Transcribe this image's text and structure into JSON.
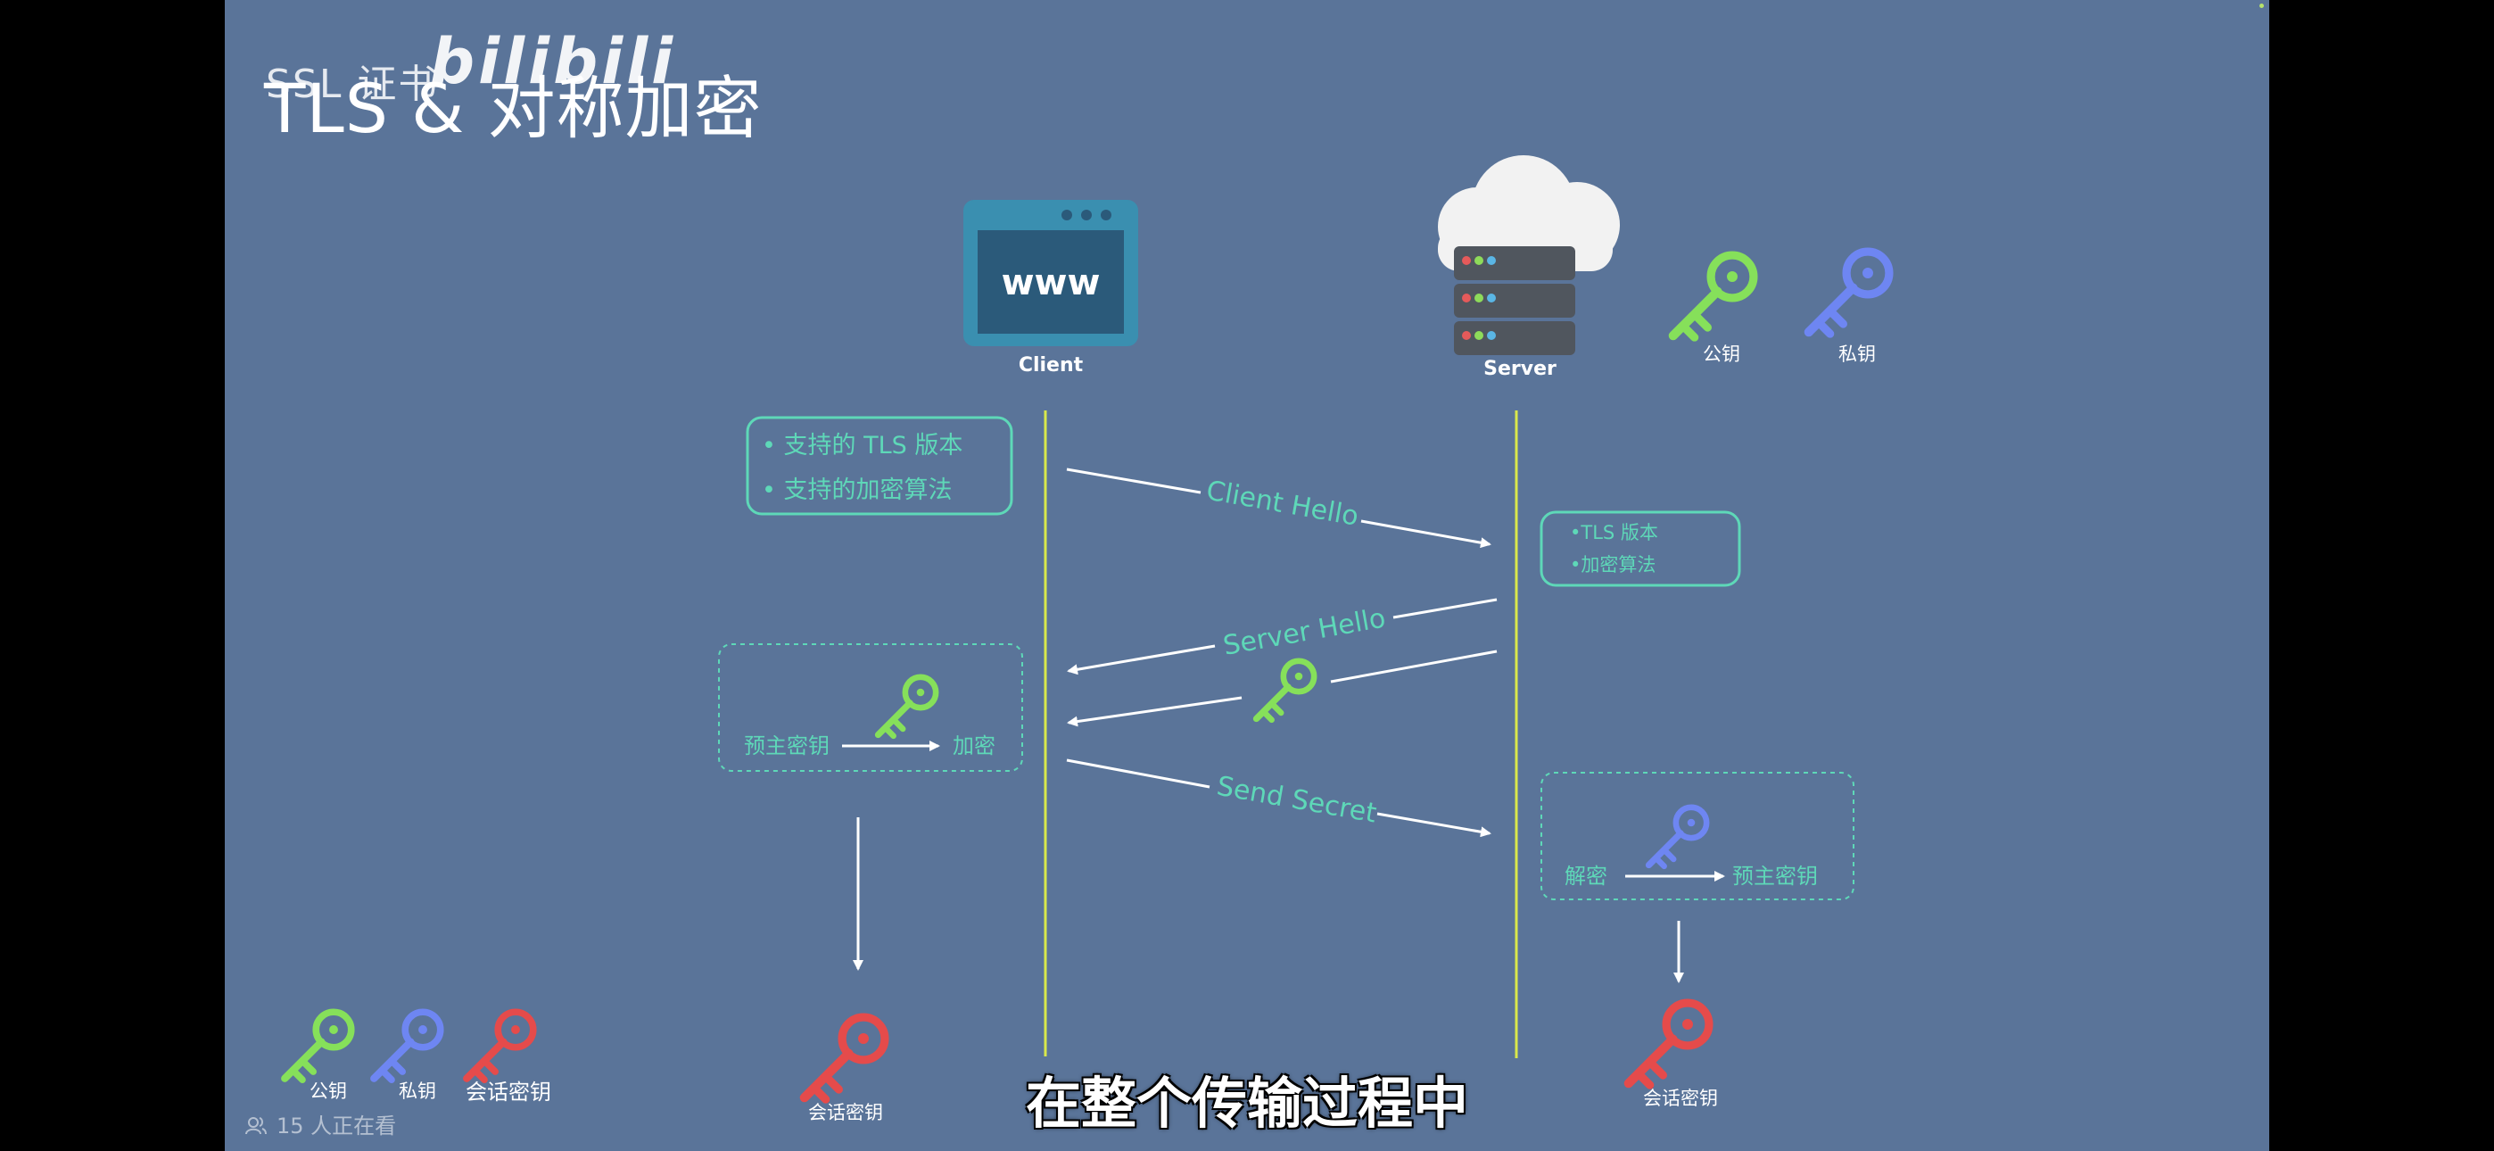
{
  "title": "TLS & 对称加密",
  "title_ghost": "SSL 证书",
  "watermark": "bilibili",
  "client": {
    "label": "Client",
    "screen_text": "www"
  },
  "server": {
    "label": "Server"
  },
  "legend_top": {
    "public_key": "公钥",
    "private_key": "私钥"
  },
  "client_hello_box": [
    "• 支持的 TLS 版本",
    "• 支持的加密算法"
  ],
  "server_box": [
    "•TLS 版本",
    "•加密算法"
  ],
  "messages": {
    "client_hello": "Client Hello",
    "server_hello": "Server Hello",
    "send_secret": "Send Secret"
  },
  "client_encrypt": {
    "from": "预主密钥",
    "to": "加密"
  },
  "server_decrypt": {
    "from": "解密",
    "to": "预主密钥"
  },
  "session_key": {
    "client": "会话密钥",
    "server": "会话密钥"
  },
  "legend_bottom": {
    "public_key": "公钥",
    "private_key": "私钥",
    "session_key": "会话密钥"
  },
  "viewers": "15 人正在看",
  "subtitle": "在整个传输过程中",
  "colors": {
    "background": "#5a7499",
    "accent": "#5ed8b8",
    "lifeline": "#d9e84b",
    "public_key": "#86e05a",
    "private_key": "#6e86f2",
    "session_key": "#e54b4b"
  }
}
